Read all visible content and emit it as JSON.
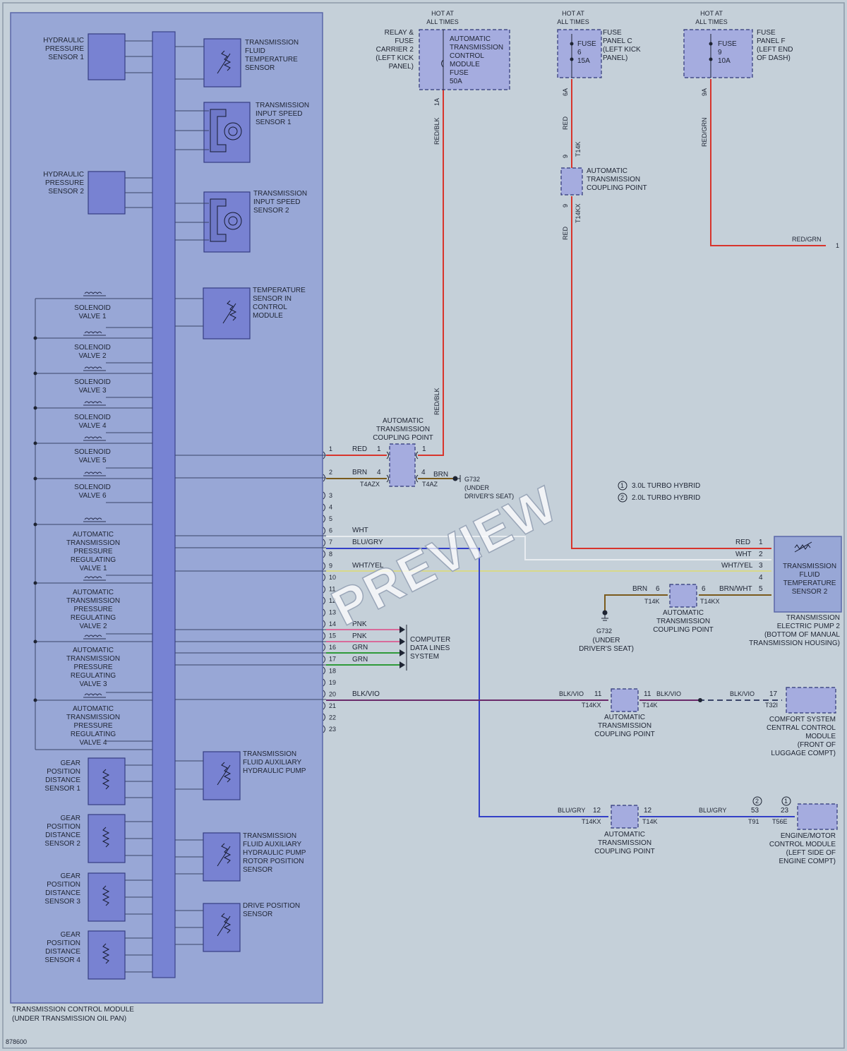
{
  "diagram_id": "878600",
  "watermark": "PREVIEW",
  "tcm": {
    "label1": "TRANSMISSION CONTROL MODULE",
    "label2": "(UNDER TRANSMISSION OIL PAN)",
    "pins": [
      "1",
      "2",
      "3",
      "4",
      "5",
      "6",
      "7",
      "8",
      "9",
      "10",
      "11",
      "12",
      "13",
      "14",
      "15",
      "16",
      "17",
      "18",
      "19",
      "20",
      "21",
      "22",
      "23"
    ]
  },
  "components": {
    "hps1": [
      "HYDRAULIC",
      "PRESSURE",
      "SENSOR 1"
    ],
    "hps2": [
      "HYDRAULIC",
      "PRESSURE",
      "SENSOR 2"
    ],
    "tft": [
      "TRANSMISSION",
      "FLUID",
      "TEMPERATURE",
      "SENSOR"
    ],
    "iss1": [
      "TRANSMISSION",
      "INPUT SPEED",
      "SENSOR 1"
    ],
    "iss2": [
      "TRANSMISSION",
      "INPUT SPEED",
      "SENSOR 2"
    ],
    "tscm": [
      "TEMPERATURE",
      "SENSOR IN",
      "CONTROL",
      "MODULE"
    ],
    "sol1": [
      "SOLENOID",
      "VALVE 1"
    ],
    "sol2": [
      "SOLENOID",
      "VALVE 2"
    ],
    "sol3": [
      "SOLENOID",
      "VALVE 3"
    ],
    "sol4": [
      "SOLENOID",
      "VALVE 4"
    ],
    "sol5": [
      "SOLENOID",
      "VALVE 5"
    ],
    "sol6": [
      "SOLENOID",
      "VALVE 6"
    ],
    "prv1": [
      "AUTOMATIC",
      "TRANSMISSION",
      "PRESSURE",
      "REGULATING",
      "VALVE 1"
    ],
    "prv2": [
      "AUTOMATIC",
      "TRANSMISSION",
      "PRESSURE",
      "REGULATING",
      "VALVE 2"
    ],
    "prv3": [
      "AUTOMATIC",
      "TRANSMISSION",
      "PRESSURE",
      "REGULATING",
      "VALVE 3"
    ],
    "prv4": [
      "AUTOMATIC",
      "TRANSMISSION",
      "PRESSURE",
      "REGULATING",
      "VALVE 4"
    ],
    "gpd1": [
      "GEAR",
      "POSITION",
      "DISTANCE",
      "SENSOR 1"
    ],
    "gpd2": [
      "GEAR",
      "POSITION",
      "DISTANCE",
      "SENSOR 2"
    ],
    "gpd3": [
      "GEAR",
      "POSITION",
      "DISTANCE",
      "SENSOR 3"
    ],
    "gpd4": [
      "GEAR",
      "POSITION",
      "DISTANCE",
      "SENSOR 4"
    ],
    "aux": [
      "TRANSMISSION",
      "FLUID AUXILIARY",
      "HYDRAULIC PUMP"
    ],
    "auxrot": [
      "TRANSMISSION",
      "FLUID AUXILIARY",
      "HYDRAULIC PUMP",
      "ROTOR POSITION",
      "SENSOR"
    ],
    "dps": [
      "DRIVE POSITION",
      "SENSOR"
    ]
  },
  "fuses": {
    "relay_carrier": [
      "RELAY &",
      "FUSE",
      "CARRIER 2",
      "(LEFT KICK",
      "PANEL)"
    ],
    "hot": [
      "HOT AT",
      "ALL TIMES"
    ],
    "tcm_fuse": [
      "AUTOMATIC",
      "TRANSMISSION",
      "CONTROL",
      "MODULE",
      "FUSE",
      "50A"
    ],
    "fuse6": [
      "FUSE",
      "6",
      "15A"
    ],
    "panel_c": [
      "FUSE",
      "PANEL C",
      "(LEFT KICK",
      "PANEL)"
    ],
    "fuse9": [
      "FUSE",
      "9",
      "10A"
    ],
    "panel_f": [
      "FUSE",
      "PANEL F",
      "(LEFT END",
      "OF DASH)"
    ]
  },
  "connectors": {
    "atcp": [
      "AUTOMATIC",
      "TRANSMISSION",
      "COUPLING POINT"
    ],
    "t4azx": "T4AZX",
    "t4az": "T4AZ",
    "t14k": "T14K",
    "t14kx": "T14KX",
    "t32i": "T32I",
    "t91": "T91",
    "t56e": "T56E"
  },
  "wires": {
    "red": "RED",
    "redblk": "RED/BLK",
    "redgrn": "RED/GRN",
    "brn": "BRN",
    "brnwht": "BRN/WHT",
    "wht": "WHT",
    "whtyel": "WHT/YEL",
    "blugry": "BLU/GRY",
    "blkvio": "BLK/VIO",
    "pnk": "PNK",
    "grn": "GRN"
  },
  "pin_labels": {
    "p1a": "1A",
    "p6a": "6A",
    "p9a": "9A",
    "p1": "1",
    "p2": "2",
    "p3": "3",
    "p4": "4",
    "p5": "5",
    "p6": "6",
    "p9": "9",
    "p11": "11",
    "p12": "12",
    "p17": "17",
    "p23": "23",
    "p53": "53"
  },
  "grounds": {
    "g732": "G732",
    "g732_top": [
      "(UNDER",
      "DRIVER'S SEAT)"
    ],
    "g732_bottom": [
      "(UNDER",
      "DRIVER'S SEAT)"
    ]
  },
  "legend": {
    "n1": "1",
    "t1": "3.0L TURBO HYBRID",
    "n2": "2",
    "t2": "2.0L TURBO HYBRID"
  },
  "right_modules": {
    "tfts2": [
      "TRANSMISSION",
      "FLUID",
      "TEMPERATURE",
      "SENSOR 2"
    ],
    "pump2": [
      "TRANSMISSION",
      "ELECTRIC PUMP 2",
      "(BOTTOM OF MANUAL",
      "TRANSMISSION HOUSING)"
    ],
    "comfort": [
      "COMFORT SYSTEM",
      "CENTRAL CONTROL",
      "MODULE",
      "(FRONT OF",
      "LUGGAGE COMPT)"
    ],
    "ecm": [
      "ENGINE/MOTOR",
      "CONTROL MODULE",
      "(LEFT SIDE OF",
      "ENGINE COMPT)"
    ],
    "cdl": [
      "COMPUTER",
      "DATA LINES",
      "SYSTEM"
    ]
  },
  "far_right_pin": "1"
}
